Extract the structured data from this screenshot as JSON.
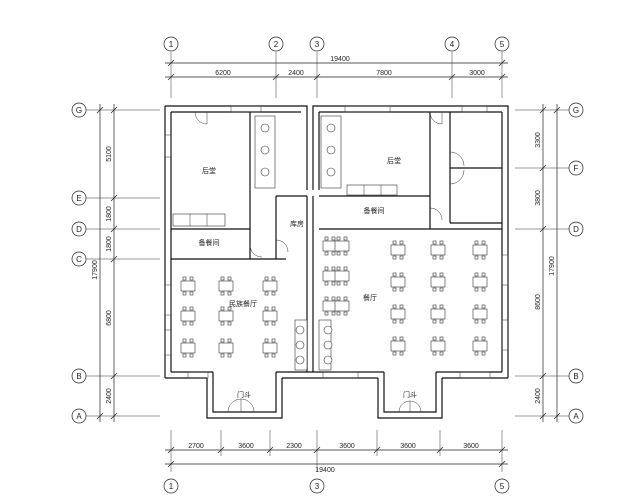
{
  "axes": {
    "top": [
      "1",
      "2",
      "3",
      "4",
      "5"
    ],
    "bottom": [
      "1",
      "3",
      "5"
    ],
    "left": [
      "G",
      "E",
      "D",
      "C",
      "B",
      "A"
    ],
    "right": [
      "G",
      "F",
      "D",
      "B",
      "A"
    ]
  },
  "dimensions": {
    "top_total": "19400",
    "top_segments": [
      "6200",
      "2400",
      "7800",
      "3000"
    ],
    "bottom_segments": [
      "2700",
      "3600",
      "2300",
      "3600",
      "3600",
      "3600"
    ],
    "bottom_total": "19400",
    "left_segments": [
      "5100",
      "1800",
      "1800",
      "6800",
      "2400"
    ],
    "left_total": "17900",
    "right_segments": [
      "3300",
      "3800",
      "8600",
      "2400"
    ],
    "right_total": "17900"
  },
  "rooms": {
    "kitchen_left": "后堂",
    "kitchen_right": "后堂",
    "serving_left": "备餐间",
    "serving_right": "备餐间",
    "storage": "库房",
    "dining_left": "民族餐厅",
    "dining_right": "餐厅",
    "entrance_left": "门斗",
    "entrance_right": "门斗"
  }
}
